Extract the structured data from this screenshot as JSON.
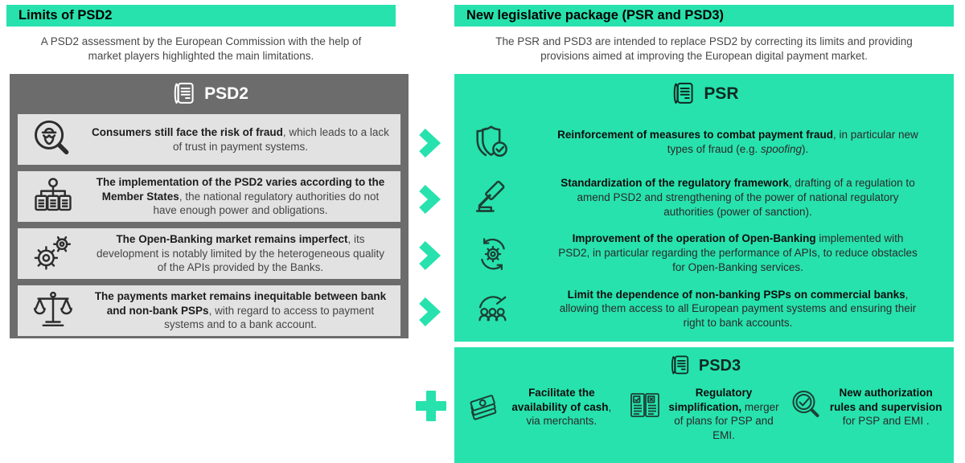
{
  "colors": {
    "accent_teal": "#27E2AD",
    "panel_gray": "#6C6C6C",
    "row_gray": "#E2E2E2"
  },
  "left": {
    "header": "Limits of PSD2",
    "subtitle": "A PSD2 assessment by the European Commission with the help of market players highlighted the main limitations.",
    "panel_title": "PSD2",
    "rows": [
      {
        "icon": "fraud-spy-magnifier",
        "bold": "Consumers still face the risk of fraud",
        "rest": ", which leads to a lack of trust in payment systems."
      },
      {
        "icon": "hierarchy-org-chart",
        "bold": "The implementation of the PSD2 varies according to the Member States",
        "rest": ", the national regulatory authorities do not have enough power and obligations."
      },
      {
        "icon": "gears",
        "bold": "The Open-Banking market remains imperfect",
        "rest": ", its development is notably limited by the heterogeneous quality of the APIs provided by the Banks."
      },
      {
        "icon": "balance-scale",
        "bold": "The payments market remains inequitable between bank and non-bank PSPs",
        "rest": ", with regard to access to payment systems and to a bank account."
      }
    ]
  },
  "right": {
    "header": "New legislative package (PSR and PSD3)",
    "subtitle": "The PSR and PSD3 are intended to replace PSD2 by correcting its limits and providing provisions aimed at improving the European digital payment market.",
    "psr": {
      "panel_title": "PSR",
      "rows": [
        {
          "icon": "shield-check",
          "bold": "Reinforcement of measures to combat payment fraud",
          "rest": ", in particular new types of fraud (e.g. ",
          "italic": "spoofing",
          "rest_after": ")."
        },
        {
          "icon": "gavel",
          "bold": "Standardization of the regulatory framework",
          "rest": ", drafting of a regulation to amend PSD2 and strengthening of the power of national regulatory authorities (power of sanction)."
        },
        {
          "icon": "gear-sync",
          "bold": "Improvement of the operation of Open-Banking",
          "rest": " implemented with PSD2, in particular regarding the performance of APIs, to reduce obstacles for Open-Banking services."
        },
        {
          "icon": "group-under-arc",
          "bold": "Limit the dependence of non-banking PSPs on commercial banks",
          "rest": ", allowing them access to all European payment systems and ensuring their right to bank accounts."
        }
      ]
    },
    "psd3": {
      "panel_title": "PSD3",
      "items": [
        {
          "icon": "banknotes",
          "bold": "Facilitate the availability of cash",
          "rest": ", via merchants."
        },
        {
          "icon": "open-rulebook-check-cross",
          "bold": "Regulatory simplification,",
          "rest": " merger of plans for PSP and EMI."
        },
        {
          "icon": "magnifier-check",
          "bold": "New authorization rules and supervision",
          "rest": " for PSP and EMI ."
        }
      ]
    }
  }
}
